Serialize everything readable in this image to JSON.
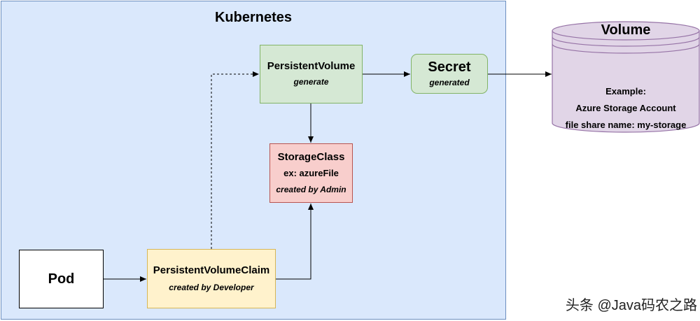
{
  "kubernetes": {
    "title": "Kubernetes"
  },
  "pod": {
    "label": "Pod"
  },
  "pvc": {
    "label": "PersistentVolumeClaim",
    "note": "created by Developer"
  },
  "pv": {
    "label": "PersistentVolume",
    "note": "generate"
  },
  "storage_class": {
    "label": "StorageClass",
    "example": "ex: azureFile",
    "note": "created by Admin"
  },
  "secret": {
    "label": "Secret",
    "note": "generated"
  },
  "volume": {
    "title": "Volume",
    "lines": [
      "Example:",
      "Azure Storage Account",
      "file share name: my-storage"
    ]
  },
  "watermark": "头条 @Java码农之路",
  "colors": {
    "kubernetes_fill": "#dae8fc",
    "pvc_fill": "#fff2cc",
    "pv_fill": "#d5e8d4",
    "storageclass_fill": "#f8cecc",
    "secret_fill": "#d5e8d4",
    "volume_fill": "#e1d5e7"
  }
}
